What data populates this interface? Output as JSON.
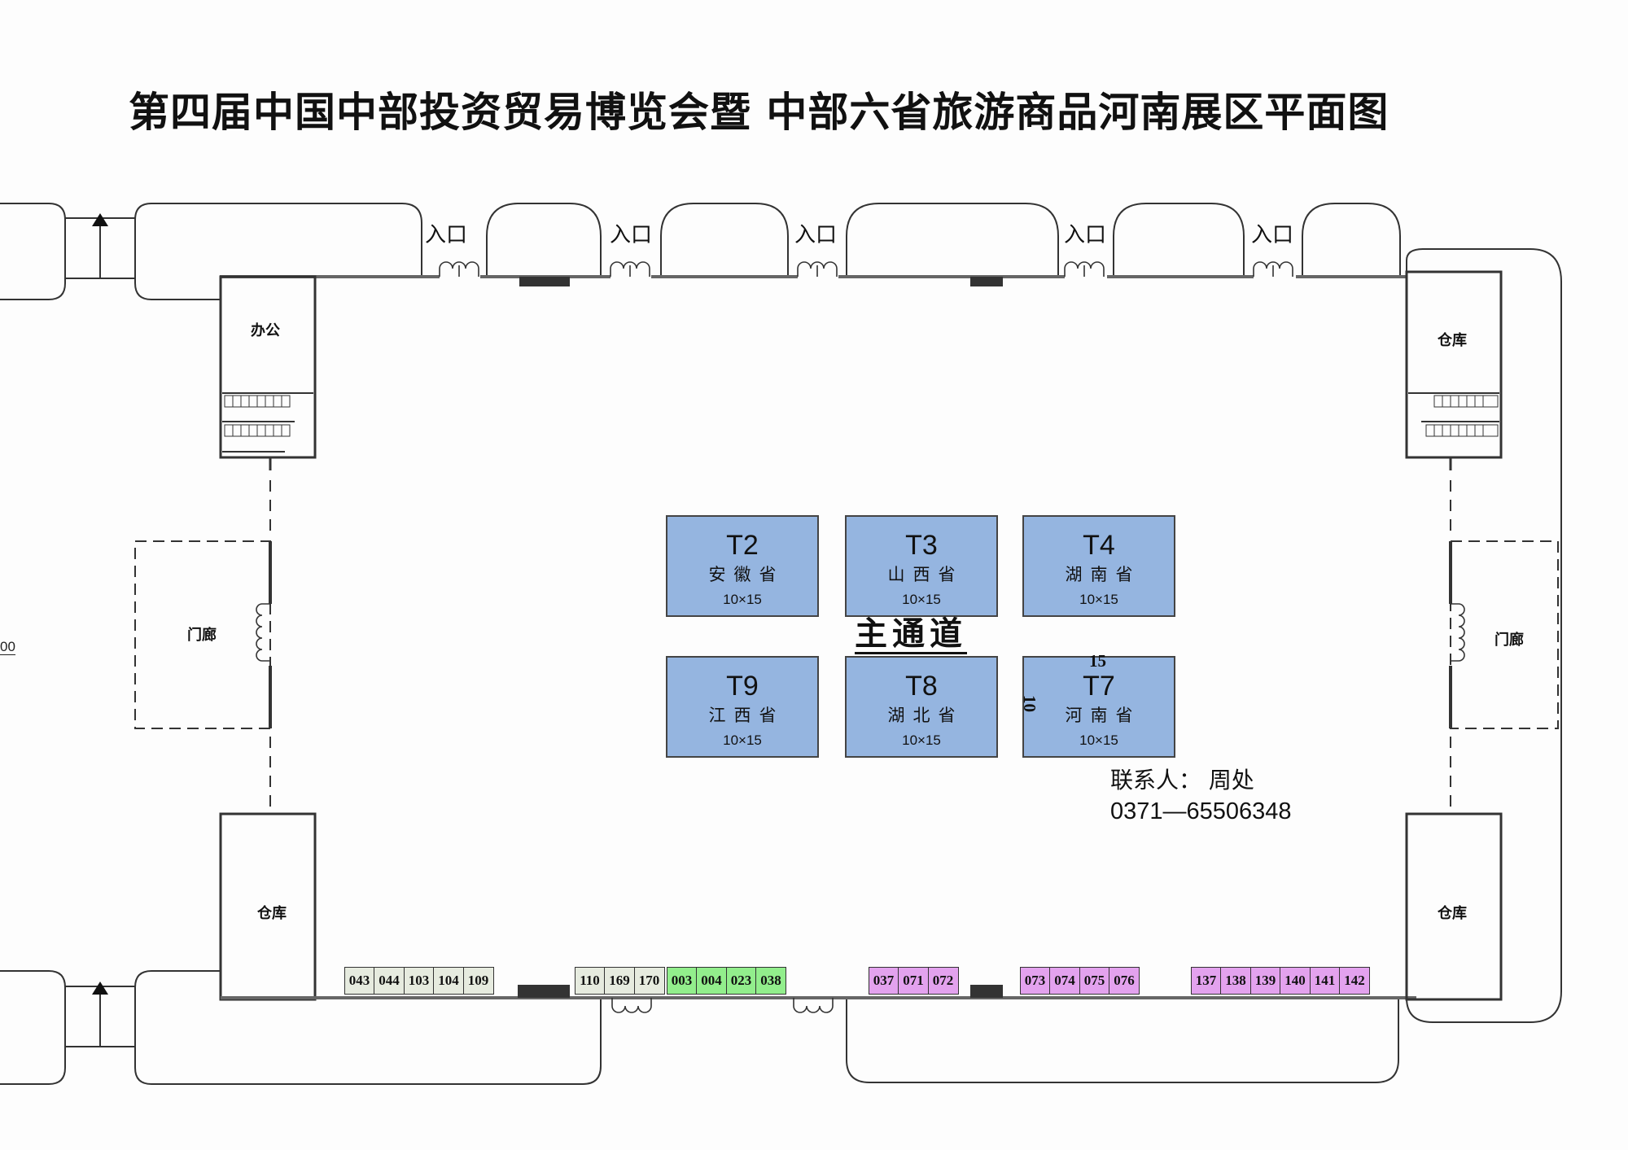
{
  "title": "第四届中国中部投资贸易博览会暨 中部六省旅游商品河南展区平面图",
  "entrances": [
    "入口",
    "入口",
    "入口",
    "入口",
    "入口"
  ],
  "rooms": {
    "office": "办公",
    "warehouse_top_right": "仓库",
    "warehouse_bottom_left": "仓库",
    "warehouse_bottom_right": "仓库",
    "portico_left": "门廊",
    "portico_right": "门廊"
  },
  "main_aisle": "主通道",
  "pavilions": [
    {
      "code": "T2",
      "province": "安徽省",
      "size": "10×15"
    },
    {
      "code": "T3",
      "province": "山西省",
      "size": "10×15"
    },
    {
      "code": "T4",
      "province": "湖南省",
      "size": "10×15"
    },
    {
      "code": "T9",
      "province": "江西省",
      "size": "10×15"
    },
    {
      "code": "T8",
      "province": "湖北省",
      "size": "10×15"
    },
    {
      "code": "T7",
      "province": "河南省",
      "size": "10×15"
    }
  ],
  "dimensions": {
    "width_label": "15",
    "depth_label": "10"
  },
  "contact": {
    "label": "联系人：  周处",
    "phone": "0371—65506348"
  },
  "edge_text": "00",
  "colors": {
    "pavilion": "#95b5e0",
    "booth_gray": "#e6ebdf",
    "booth_green": "#92ee8c",
    "booth_purple": "#e3a2ee"
  },
  "booth_groups": [
    {
      "color": "gray",
      "booths": [
        "043",
        "044",
        "103",
        "104",
        "109"
      ]
    },
    {
      "color": "gray",
      "booths": [
        "110",
        "169",
        "170"
      ]
    },
    {
      "color": "green",
      "booths": [
        "003",
        "004",
        "023",
        "038"
      ]
    },
    {
      "color": "purple",
      "booths": [
        "037",
        "071",
        "072"
      ]
    },
    {
      "color": "purple",
      "booths": [
        "073",
        "074",
        "075",
        "076"
      ]
    },
    {
      "color": "purple",
      "booths": [
        "137",
        "138",
        "139",
        "140",
        "141",
        "142"
      ]
    }
  ]
}
